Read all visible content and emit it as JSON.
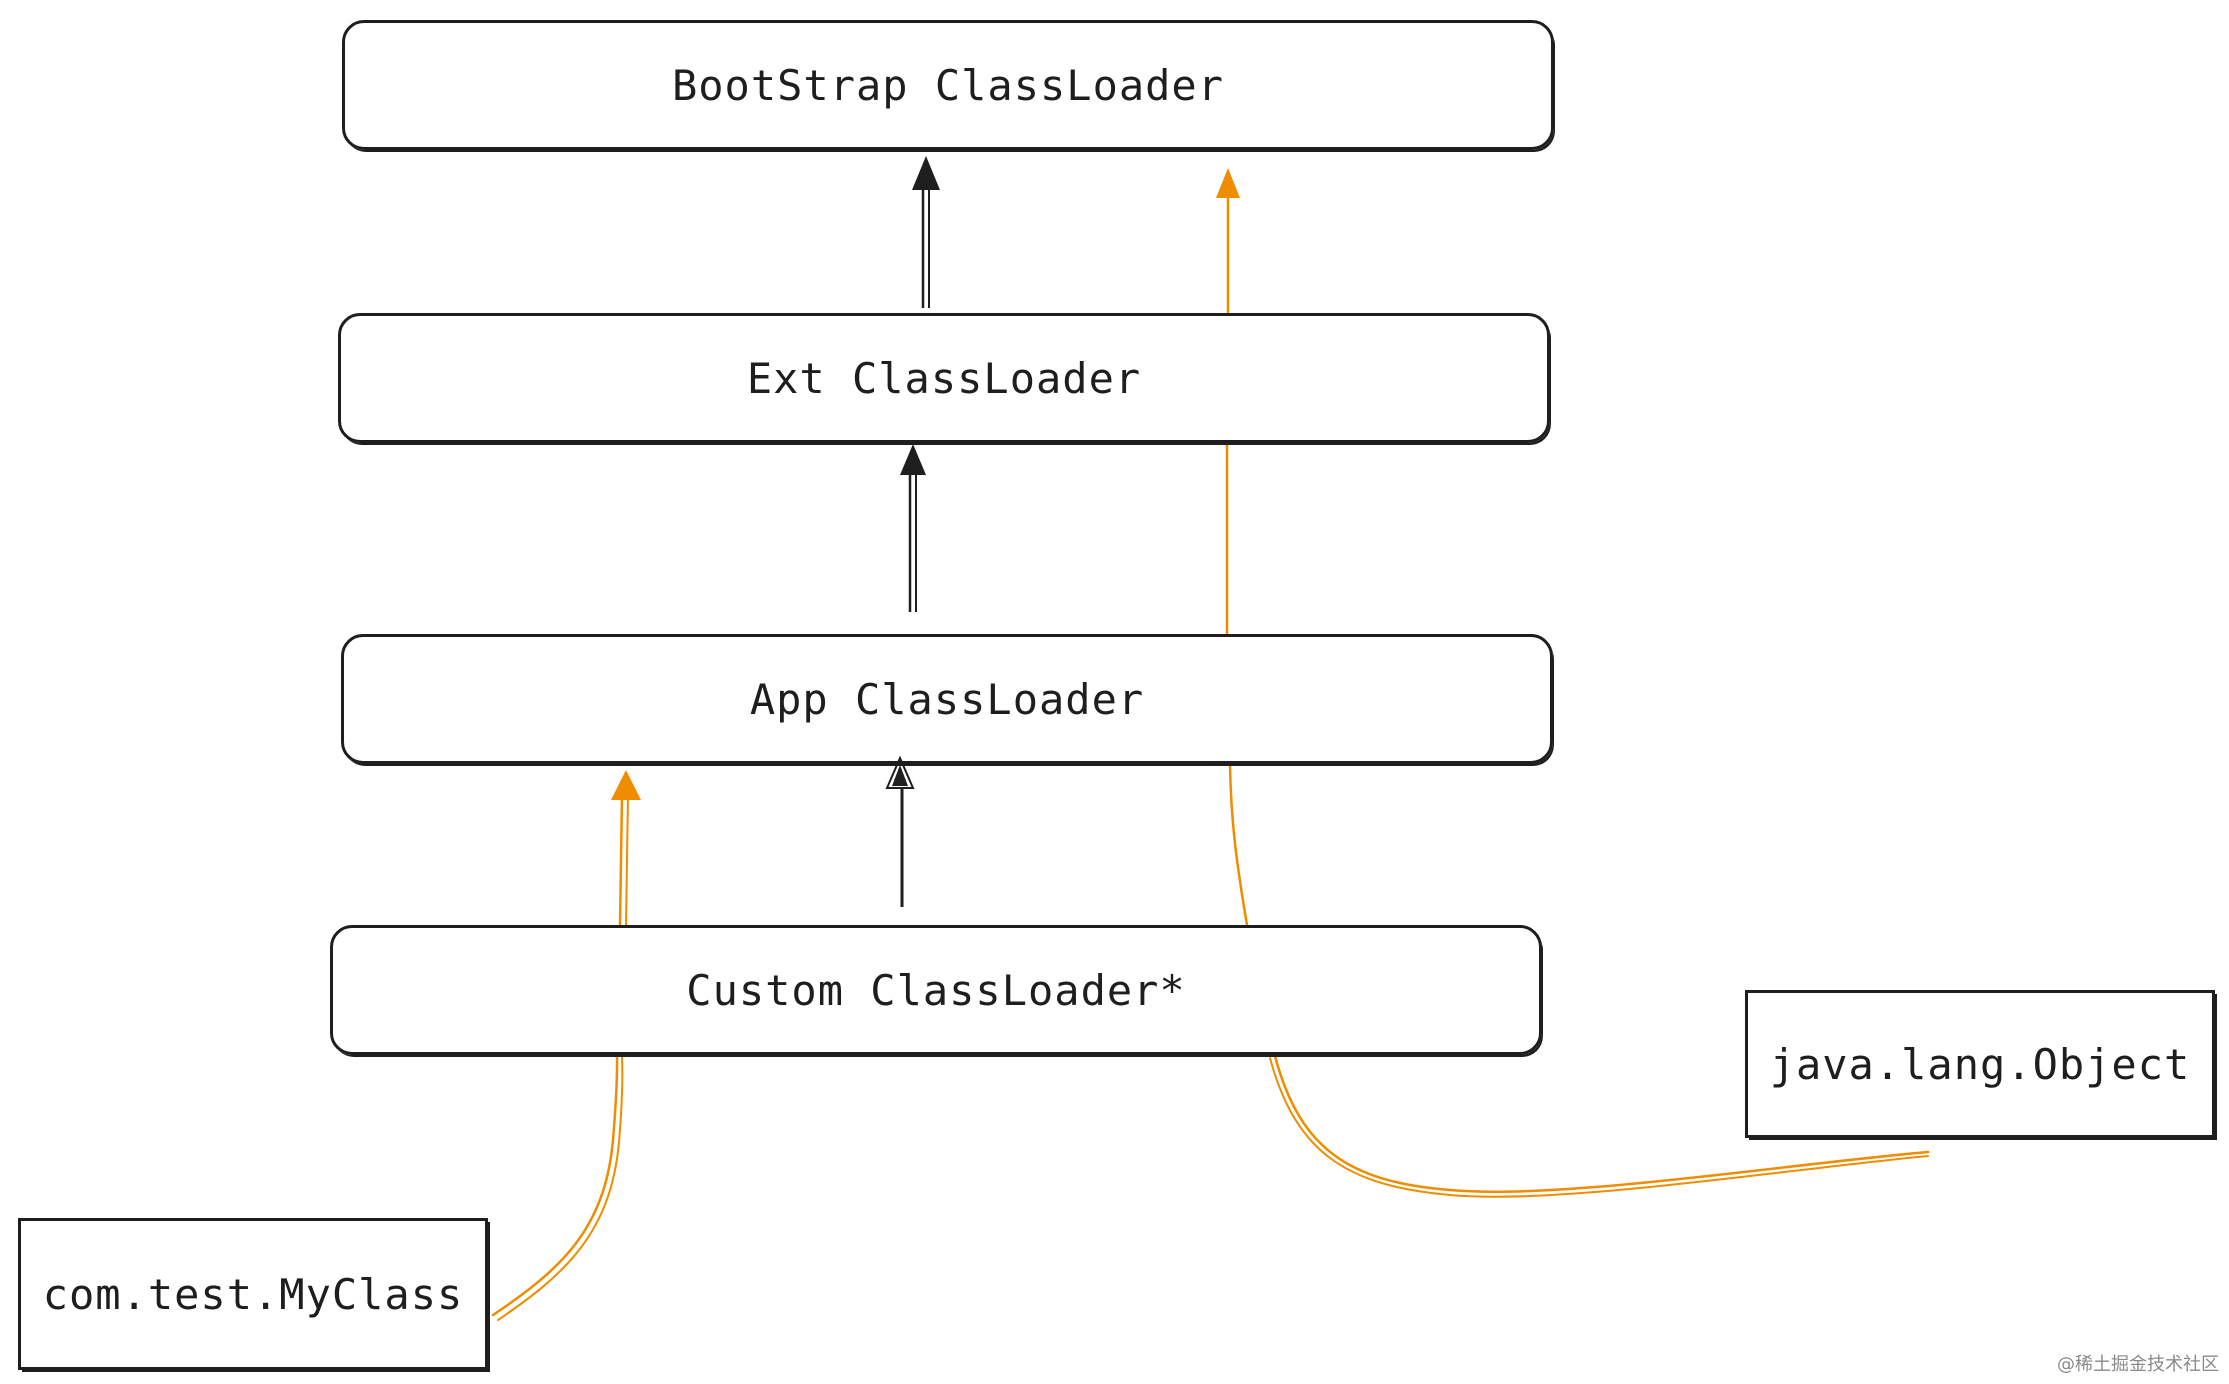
{
  "diagram": {
    "nodes": {
      "bootstrap": "BootStrap ClassLoader",
      "ext": "Ext ClassLoader",
      "app": "App ClassLoader",
      "custom": "Custom ClassLoader*",
      "object": "java.lang.Object",
      "myclass": "com.test.MyClass"
    },
    "edges": [
      {
        "from": "Ext ClassLoader",
        "to": "BootStrap ClassLoader",
        "color": "#1e1e1e"
      },
      {
        "from": "App ClassLoader",
        "to": "Ext ClassLoader",
        "color": "#1e1e1e"
      },
      {
        "from": "Custom ClassLoader*",
        "to": "App ClassLoader",
        "color": "#1e1e1e"
      },
      {
        "from": "com.test.MyClass",
        "to": "App ClassLoader",
        "color": "#f08c00"
      },
      {
        "from": "java.lang.Object",
        "to": "BootStrap ClassLoader",
        "color": "#f08c00"
      }
    ],
    "colors": {
      "stroke": "#1e1e1e",
      "highlight": "#f08c00"
    }
  },
  "watermark": "@稀土掘金技术社区"
}
